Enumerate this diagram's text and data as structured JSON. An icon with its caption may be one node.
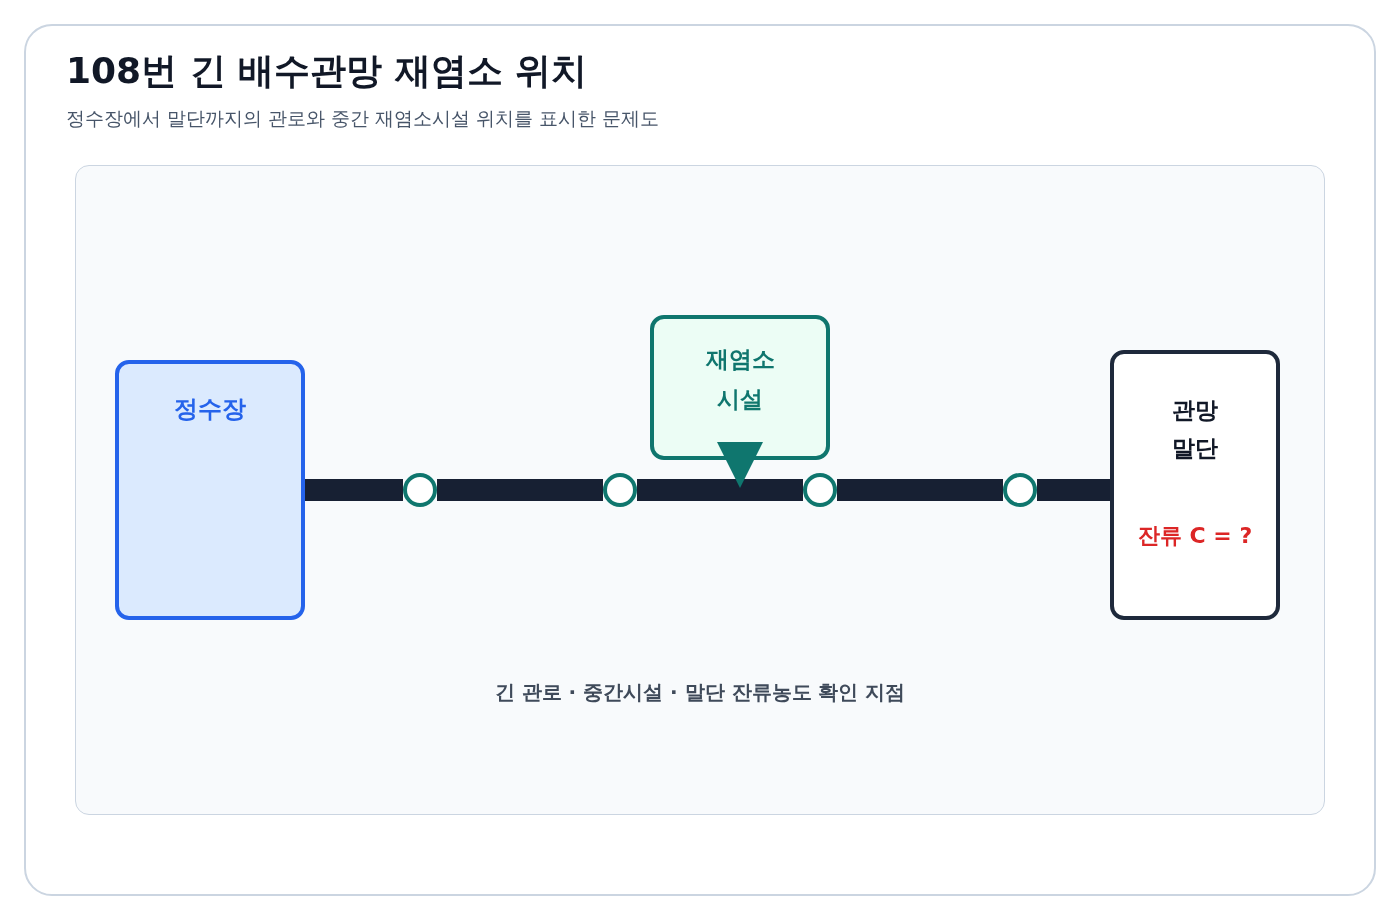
{
  "diagram": {
    "title": "108번 긴 배수관망 재염소 위치",
    "caption": "정수장에서 말단까지의 관로와 중간 재염소시설 위치를 표시한 문제도",
    "nodes": [
      {
        "text": [
          "정수장"
        ]
      },
      {
        "text": [],
        "shape": "circle"
      },
      {
        "text": [],
        "shape": "circle"
      },
      {
        "text": [
          "재염소 시설"
        ]
      },
      {
        "text": [],
        "shape": "circle"
      },
      {
        "text": [],
        "shape": "circle"
      },
      {
        "text": [
          "관망 말단",
          "잔류 C = ?"
        ]
      }
    ],
    "edges": [
      {
        "from": 0,
        "to": 1,
        "arrow": "none"
      },
      {
        "from": 1,
        "to": 2,
        "arrow": "none"
      },
      {
        "from": 2,
        "to": 4,
        "arrow": "none"
      },
      {
        "from": 4,
        "to": 5,
        "arrow": "none"
      },
      {
        "from": 5,
        "to": 6,
        "arrow": "none"
      }
    ],
    "labels": [
      "긴 관로 · 중간시설 · 말단 잔류농도 확인 지점"
    ]
  }
}
